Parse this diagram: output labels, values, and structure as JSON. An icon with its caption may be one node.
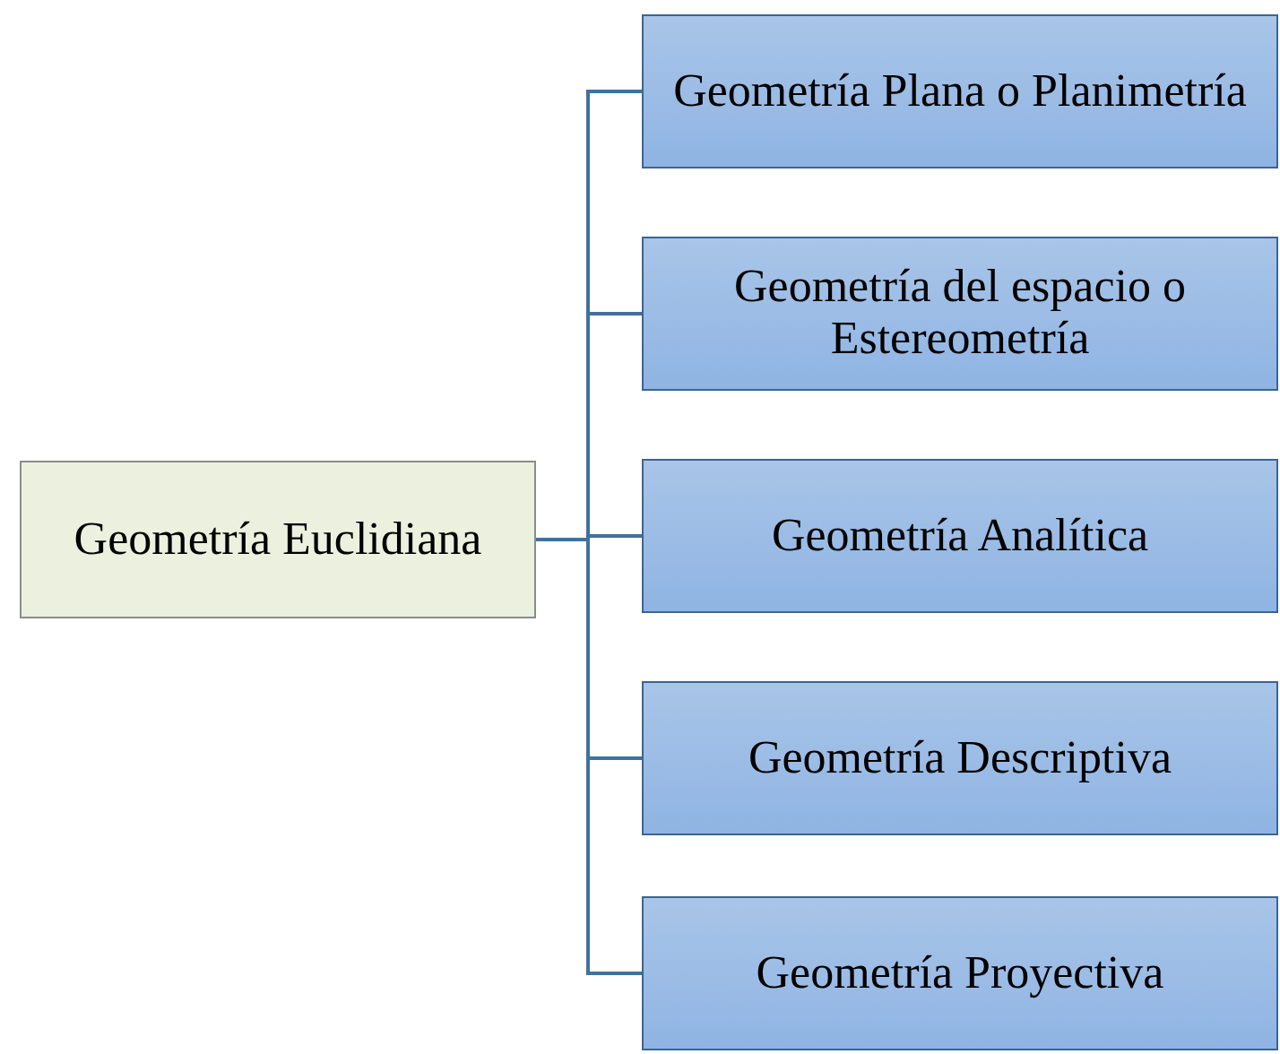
{
  "diagram": {
    "nodes": [
      {
        "text": [
          "Geometría Euclidiana"
        ]
      },
      {
        "text": [
          "Geometría Plana o Planimetría"
        ]
      },
      {
        "text": [
          "Geometría del espacio o Estereometría"
        ]
      },
      {
        "text": [
          "Geometría Analítica"
        ]
      },
      {
        "text": [
          "Geometría Descriptiva"
        ]
      },
      {
        "text": [
          "Geometría Proyectiva"
        ]
      }
    ],
    "edges": [
      {
        "from": 0,
        "to": 1,
        "arrow": "none"
      },
      {
        "from": 0,
        "to": 2,
        "arrow": "none"
      },
      {
        "from": 0,
        "to": 3,
        "arrow": "none"
      },
      {
        "from": 0,
        "to": 4,
        "arrow": "none"
      },
      {
        "from": 0,
        "to": 5,
        "arrow": "none"
      }
    ]
  }
}
